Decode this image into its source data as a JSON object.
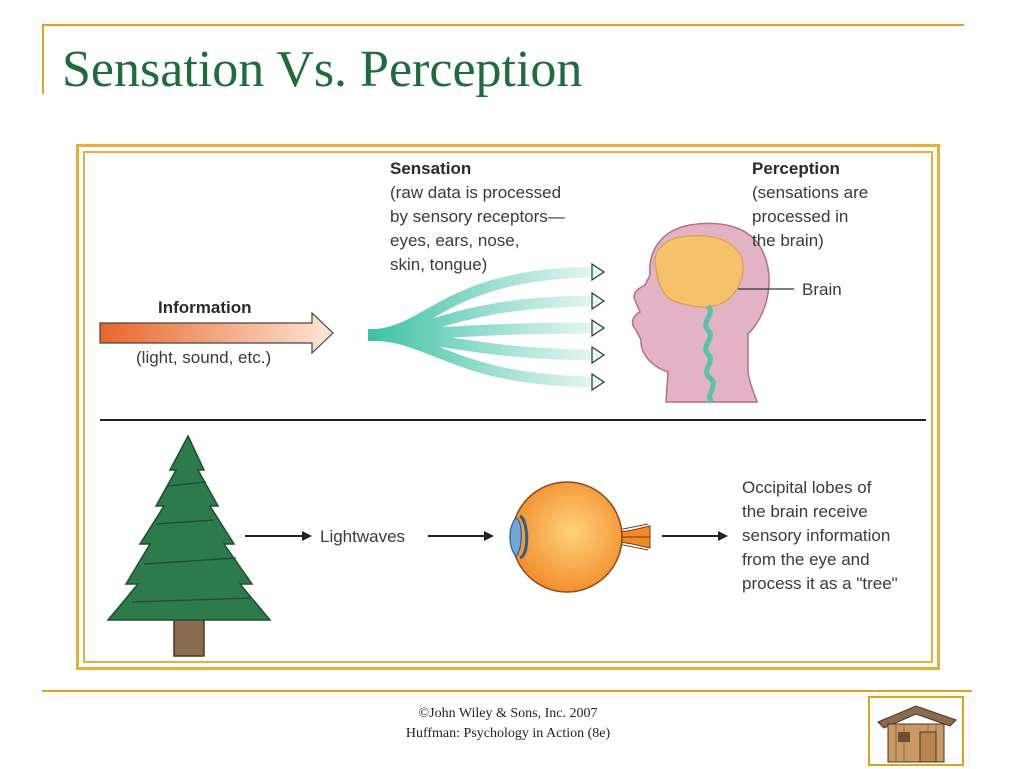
{
  "slide": {
    "title": "Sensation Vs. Perception"
  },
  "diagram": {
    "information_label": "Information",
    "information_note": "(light, sound, etc.)",
    "sensation_heading": "Sensation",
    "sensation_desc": [
      "(raw data is processed",
      "by sensory receptors—",
      "eyes, ears, nose,",
      "skin, tongue)"
    ],
    "perception_heading": "Perception",
    "perception_desc": [
      "(sensations are",
      "processed in",
      "the brain)"
    ],
    "brain_label": "Brain",
    "lightwaves_label": "Lightwaves",
    "occipital_desc": [
      "Occipital lobes of",
      "the brain receive",
      "sensory information",
      "from the eye and",
      "process it as a \"tree\""
    ],
    "colors": {
      "info_arrow": "#e8672a",
      "sensation_arrows": "#3fc1a5",
      "head": "#e2b3c4",
      "brain": "#f5c26b",
      "tree": "#2d7a4a",
      "eye": "#f08a28"
    },
    "icons": [
      "tree-icon",
      "eye-icon",
      "head-silhouette-icon",
      "brain-icon"
    ]
  },
  "footer": {
    "line1": "©John Wiley & Sons, Inc. 2007",
    "line2": "Huffman: Psychology in Action (8e)"
  }
}
